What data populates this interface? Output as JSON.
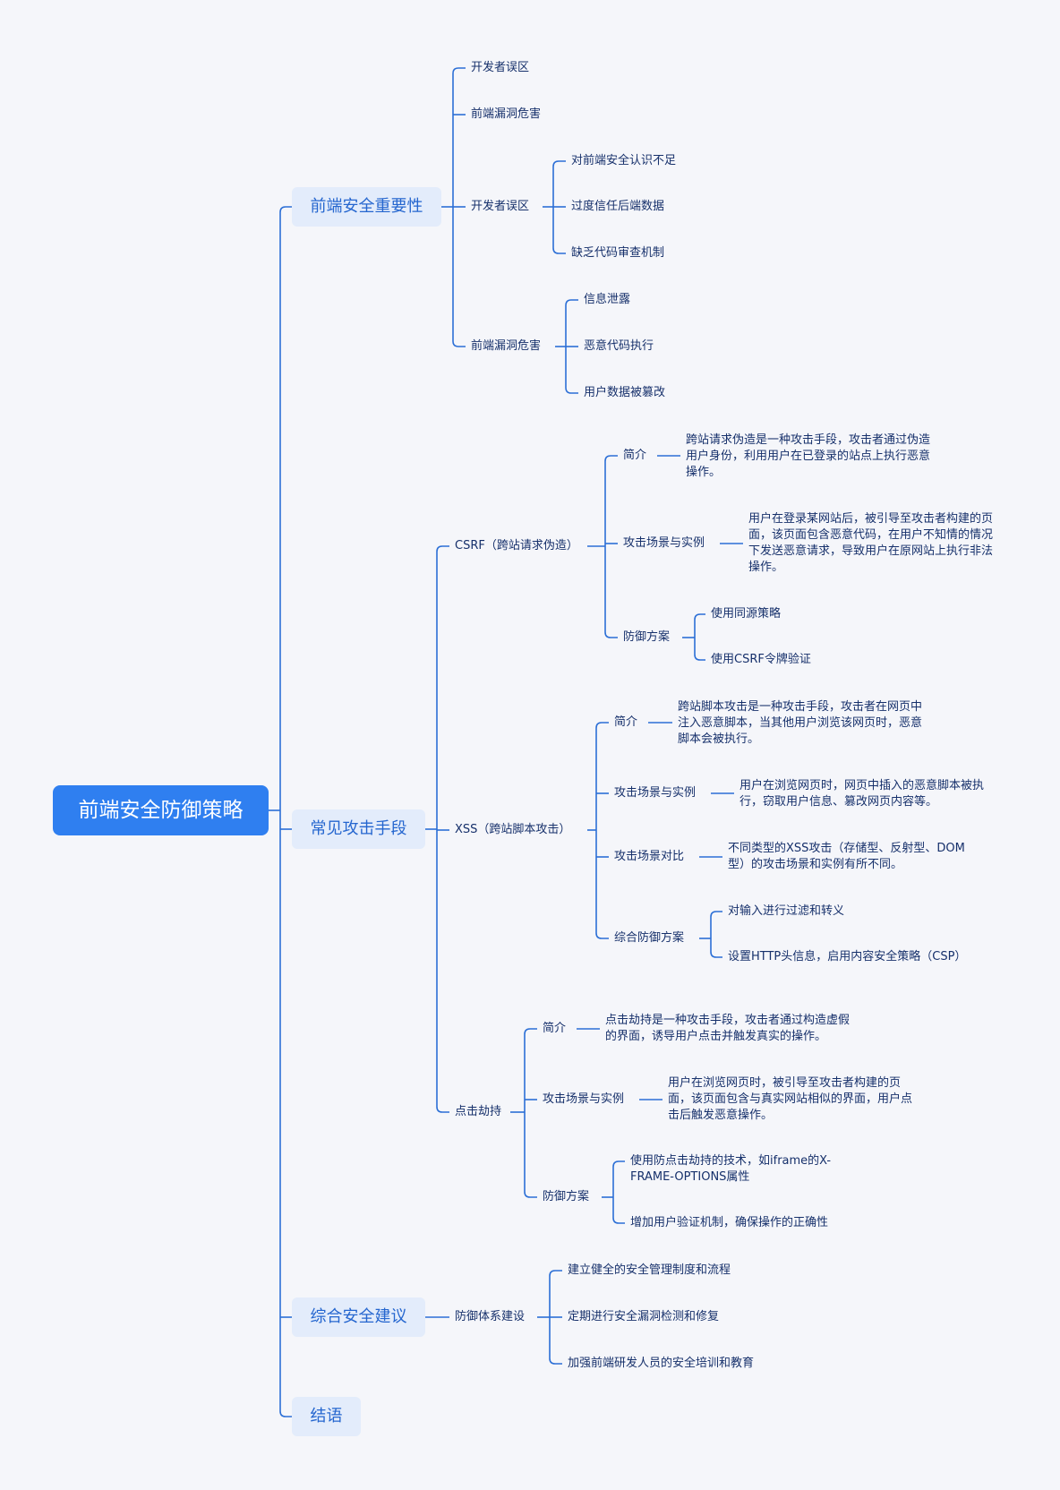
{
  "accent_color": "#2f7ff0",
  "line_color": "#2c6fd6",
  "mindmap": {
    "root": "前端安全防御策略",
    "importance": {
      "label": "前端安全重要性",
      "dev_misconception": "开发者误区",
      "frontend_vuln": "前端漏洞危害",
      "dev_misconception_2": {
        "label": "开发者误区",
        "items": [
          "对前端安全认识不足",
          "过度信任后端数据",
          "缺乏代码审查机制"
        ]
      },
      "frontend_vuln_2": {
        "label": "前端漏洞危害",
        "items": [
          "信息泄露",
          "恶意代码执行",
          "用户数据被篡改"
        ]
      }
    },
    "attacks": {
      "label": "常见攻击手段",
      "csrf": {
        "label": "CSRF（跨站请求伪造）",
        "intro": {
          "label": "简介",
          "text": "跨站请求伪造是一种攻击手段，攻击者通过伪造用户身份，利用用户在已登录的站点上执行恶意操作。"
        },
        "scenario": {
          "label": "攻击场景与实例",
          "text": "用户在登录某网站后，被引导至攻击者构建的页面，该页面包含恶意代码，在用户不知情的情况下发送恶意请求，导致用户在原网站上执行非法操作。"
        },
        "defense": {
          "label": "防御方案",
          "items": [
            "使用同源策略",
            "使用CSRF令牌验证"
          ]
        }
      },
      "xss": {
        "label": "XSS（跨站脚本攻击）",
        "intro": {
          "label": "简介",
          "text": "跨站脚本攻击是一种攻击手段，攻击者在网页中注入恶意脚本，当其他用户浏览该网页时，恶意脚本会被执行。"
        },
        "scenario": {
          "label": "攻击场景与实例",
          "text": "用户在浏览网页时，网页中插入的恶意脚本被执行，窃取用户信息、篡改网页内容等。"
        },
        "compare": {
          "label": "攻击场景对比",
          "text": "不同类型的XSS攻击（存储型、反射型、DOM型）的攻击场景和实例有所不同。"
        },
        "defense": {
          "label": "综合防御方案",
          "items": [
            "对输入进行过滤和转义",
            "设置HTTP头信息，启用内容安全策略（CSP）"
          ]
        }
      },
      "clickjacking": {
        "label": "点击劫持",
        "intro": {
          "label": "简介",
          "text": "点击劫持是一种攻击手段，攻击者通过构造虚假的界面，诱导用户点击并触发真实的操作。"
        },
        "scenario": {
          "label": "攻击场景与实例",
          "text": "用户在浏览网页时，被引导至攻击者构建的页面，该页面包含与真实网站相似的界面，用户点击后触发恶意操作。"
        },
        "defense": {
          "label": "防御方案",
          "items": [
            "使用防点击劫持的技术，如iframe的X-FRAME-OPTIONS属性",
            "增加用户验证机制，确保操作的正确性"
          ]
        }
      }
    },
    "advice": {
      "label": "综合安全建议",
      "system": {
        "label": "防御体系建设",
        "items": [
          "建立健全的安全管理制度和流程",
          "定期进行安全漏洞检测和修复",
          "加强前端研发人员的安全培训和教育"
        ]
      }
    },
    "conclusion": {
      "label": "结语"
    }
  }
}
